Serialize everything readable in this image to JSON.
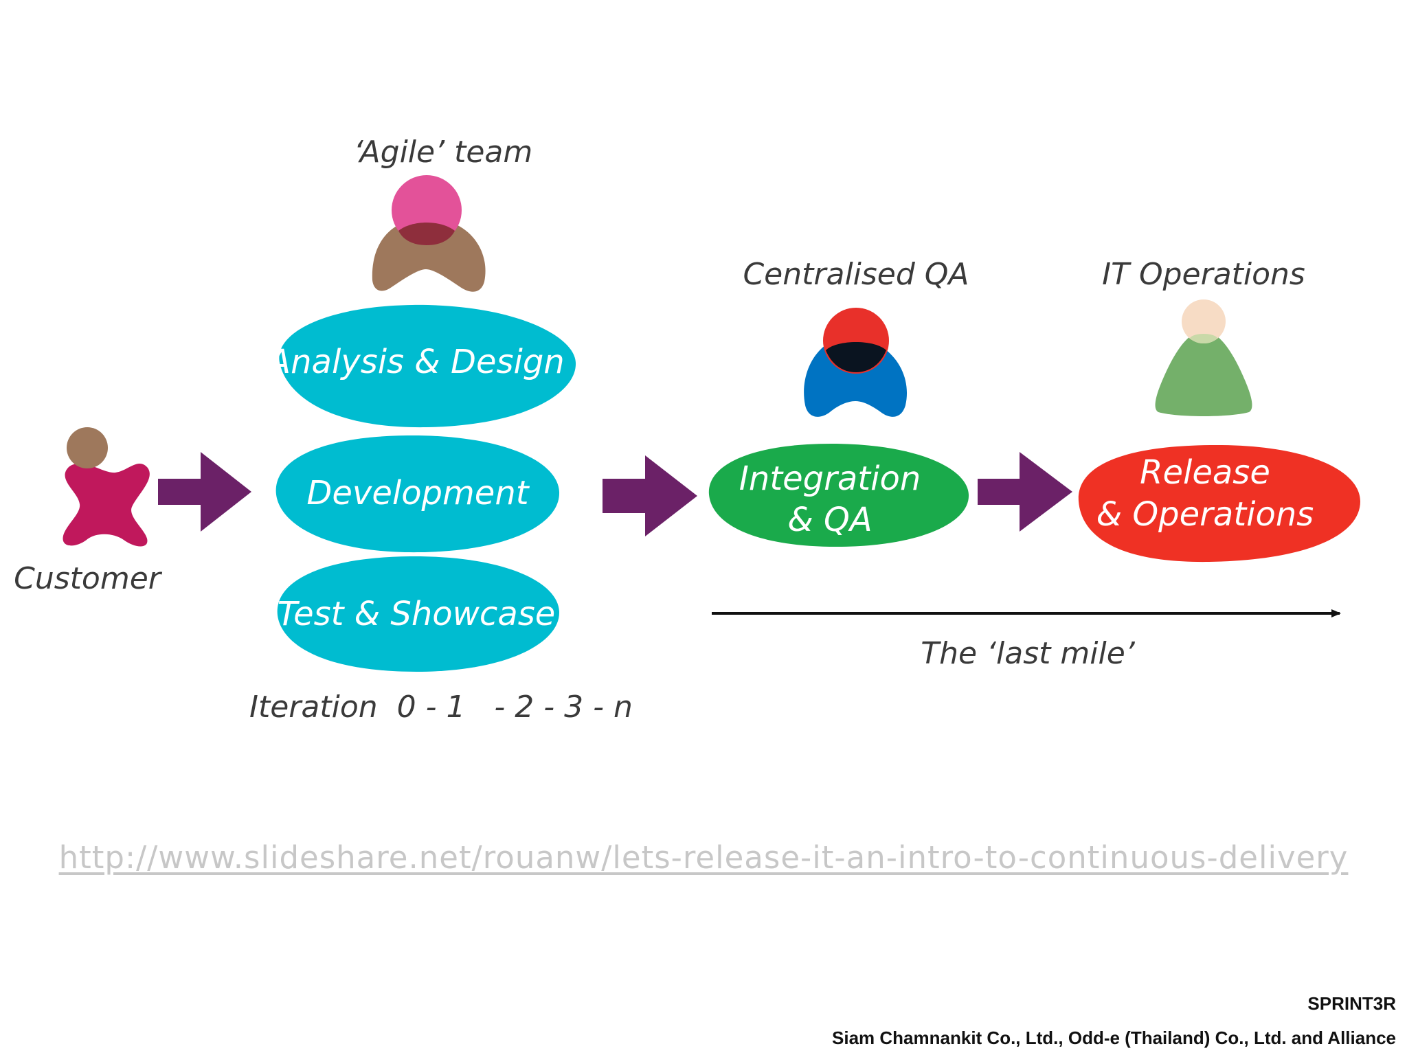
{
  "diagram": {
    "labels": {
      "agile_team": "‘Agile’ team",
      "centralised_qa": "Centralised QA",
      "it_operations": "IT Operations",
      "customer": "Customer",
      "iteration": "Iteration  0 - 1   - 2 - 3 - n",
      "last_mile": "The ‘last mile’"
    },
    "stages": {
      "analysis": "Analysis & Design",
      "development": "Development",
      "test": "Test & Showcase",
      "integration_line1": "Integration",
      "integration_line2": "& QA",
      "release_line1": "Release",
      "release_line2": "& Operations"
    },
    "colors": {
      "cyan": "#00BCD0",
      "green": "#1AAA4B",
      "red": "#EF3124",
      "arrow_purple": "#6B2167",
      "customer_magenta": "#C0185C",
      "head_brown": "#9E785C",
      "agile_pink": "#E35299",
      "agile_brown": "#9E785C",
      "qa_red": "#E8302A",
      "qa_blue": "#0073C2",
      "ops_peach": "#F7DCC5",
      "ops_green": "#74B06A"
    }
  },
  "source_url": "http://www.slideshare.net/rouanw/lets-release-it-an-intro-to-continuous-delivery",
  "footer": {
    "brand": "SPRINT3R",
    "credits": "Siam Chamnankit Co., Ltd., Odd-e (Thailand) Co., Ltd. and Alliance"
  }
}
